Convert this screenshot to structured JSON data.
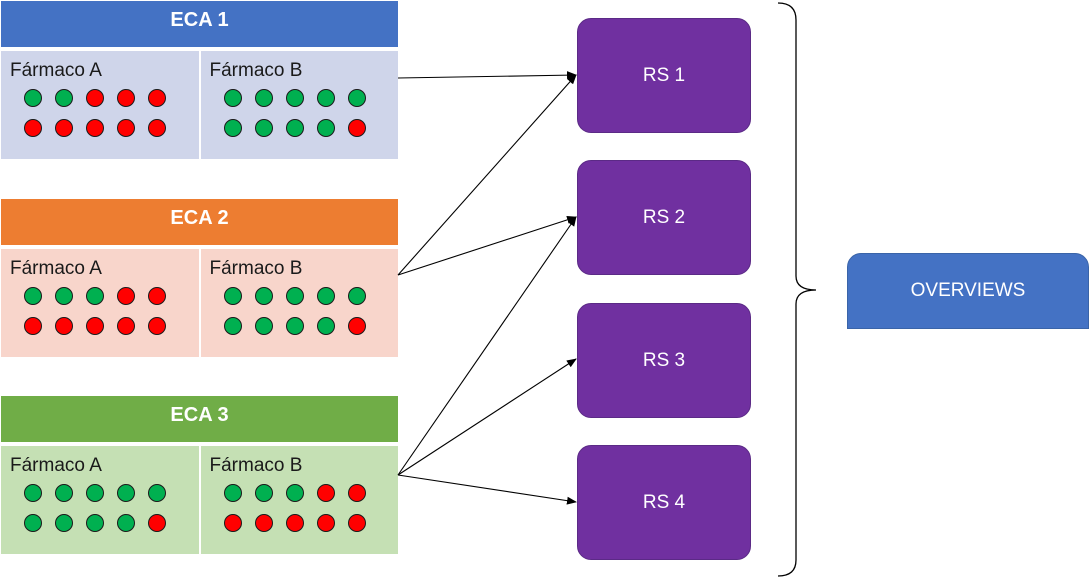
{
  "colors": {
    "trial_1_header": "#4472c4",
    "trial_1_body": "#cfd5ea",
    "trial_2_header": "#ed7d31",
    "trial_2_body": "#f8d5cb",
    "trial_3_header": "#70ad47",
    "trial_3_body": "#c5e0b4",
    "dot_green": "#00b050",
    "dot_red": "#ff0000",
    "rs_box": "#7030a0",
    "overviews_box": "#4472c4",
    "connector": "#000000"
  },
  "trials": [
    {
      "title": "ECA 1",
      "drugs": [
        {
          "label": "Fármaco A",
          "dots": [
            "green",
            "green",
            "red",
            "red",
            "red",
            "red",
            "red",
            "red",
            "red",
            "red"
          ]
        },
        {
          "label": "Fármaco B",
          "dots": [
            "green",
            "green",
            "green",
            "green",
            "green",
            "green",
            "green",
            "green",
            "green",
            "red"
          ]
        }
      ]
    },
    {
      "title": "ECA 2",
      "drugs": [
        {
          "label": "Fármaco A",
          "dots": [
            "green",
            "green",
            "green",
            "red",
            "red",
            "red",
            "red",
            "red",
            "red",
            "red"
          ]
        },
        {
          "label": "Fármaco B",
          "dots": [
            "green",
            "green",
            "green",
            "green",
            "green",
            "green",
            "green",
            "green",
            "green",
            "red"
          ]
        }
      ]
    },
    {
      "title": "ECA 3",
      "drugs": [
        {
          "label": "Fármaco A",
          "dots": [
            "green",
            "green",
            "green",
            "green",
            "green",
            "green",
            "green",
            "green",
            "green",
            "red"
          ]
        },
        {
          "label": "Fármaco B",
          "dots": [
            "green",
            "green",
            "green",
            "red",
            "red",
            "red",
            "red",
            "red",
            "red",
            "red"
          ]
        }
      ]
    }
  ],
  "reviews": [
    {
      "label": "RS 1"
    },
    {
      "label": "RS 2"
    },
    {
      "label": "RS 3"
    },
    {
      "label": "RS 4"
    }
  ],
  "overviews": {
    "label": "OVERVIEWS"
  },
  "links": [
    {
      "from": "ECA 1",
      "to": "RS 1"
    },
    {
      "from": "ECA 2",
      "to": "RS 1"
    },
    {
      "from": "ECA 2",
      "to": "RS 2"
    },
    {
      "from": "ECA 3",
      "to": "RS 2"
    },
    {
      "from": "ECA 3",
      "to": "RS 3"
    },
    {
      "from": "ECA 3",
      "to": "RS 4"
    }
  ]
}
